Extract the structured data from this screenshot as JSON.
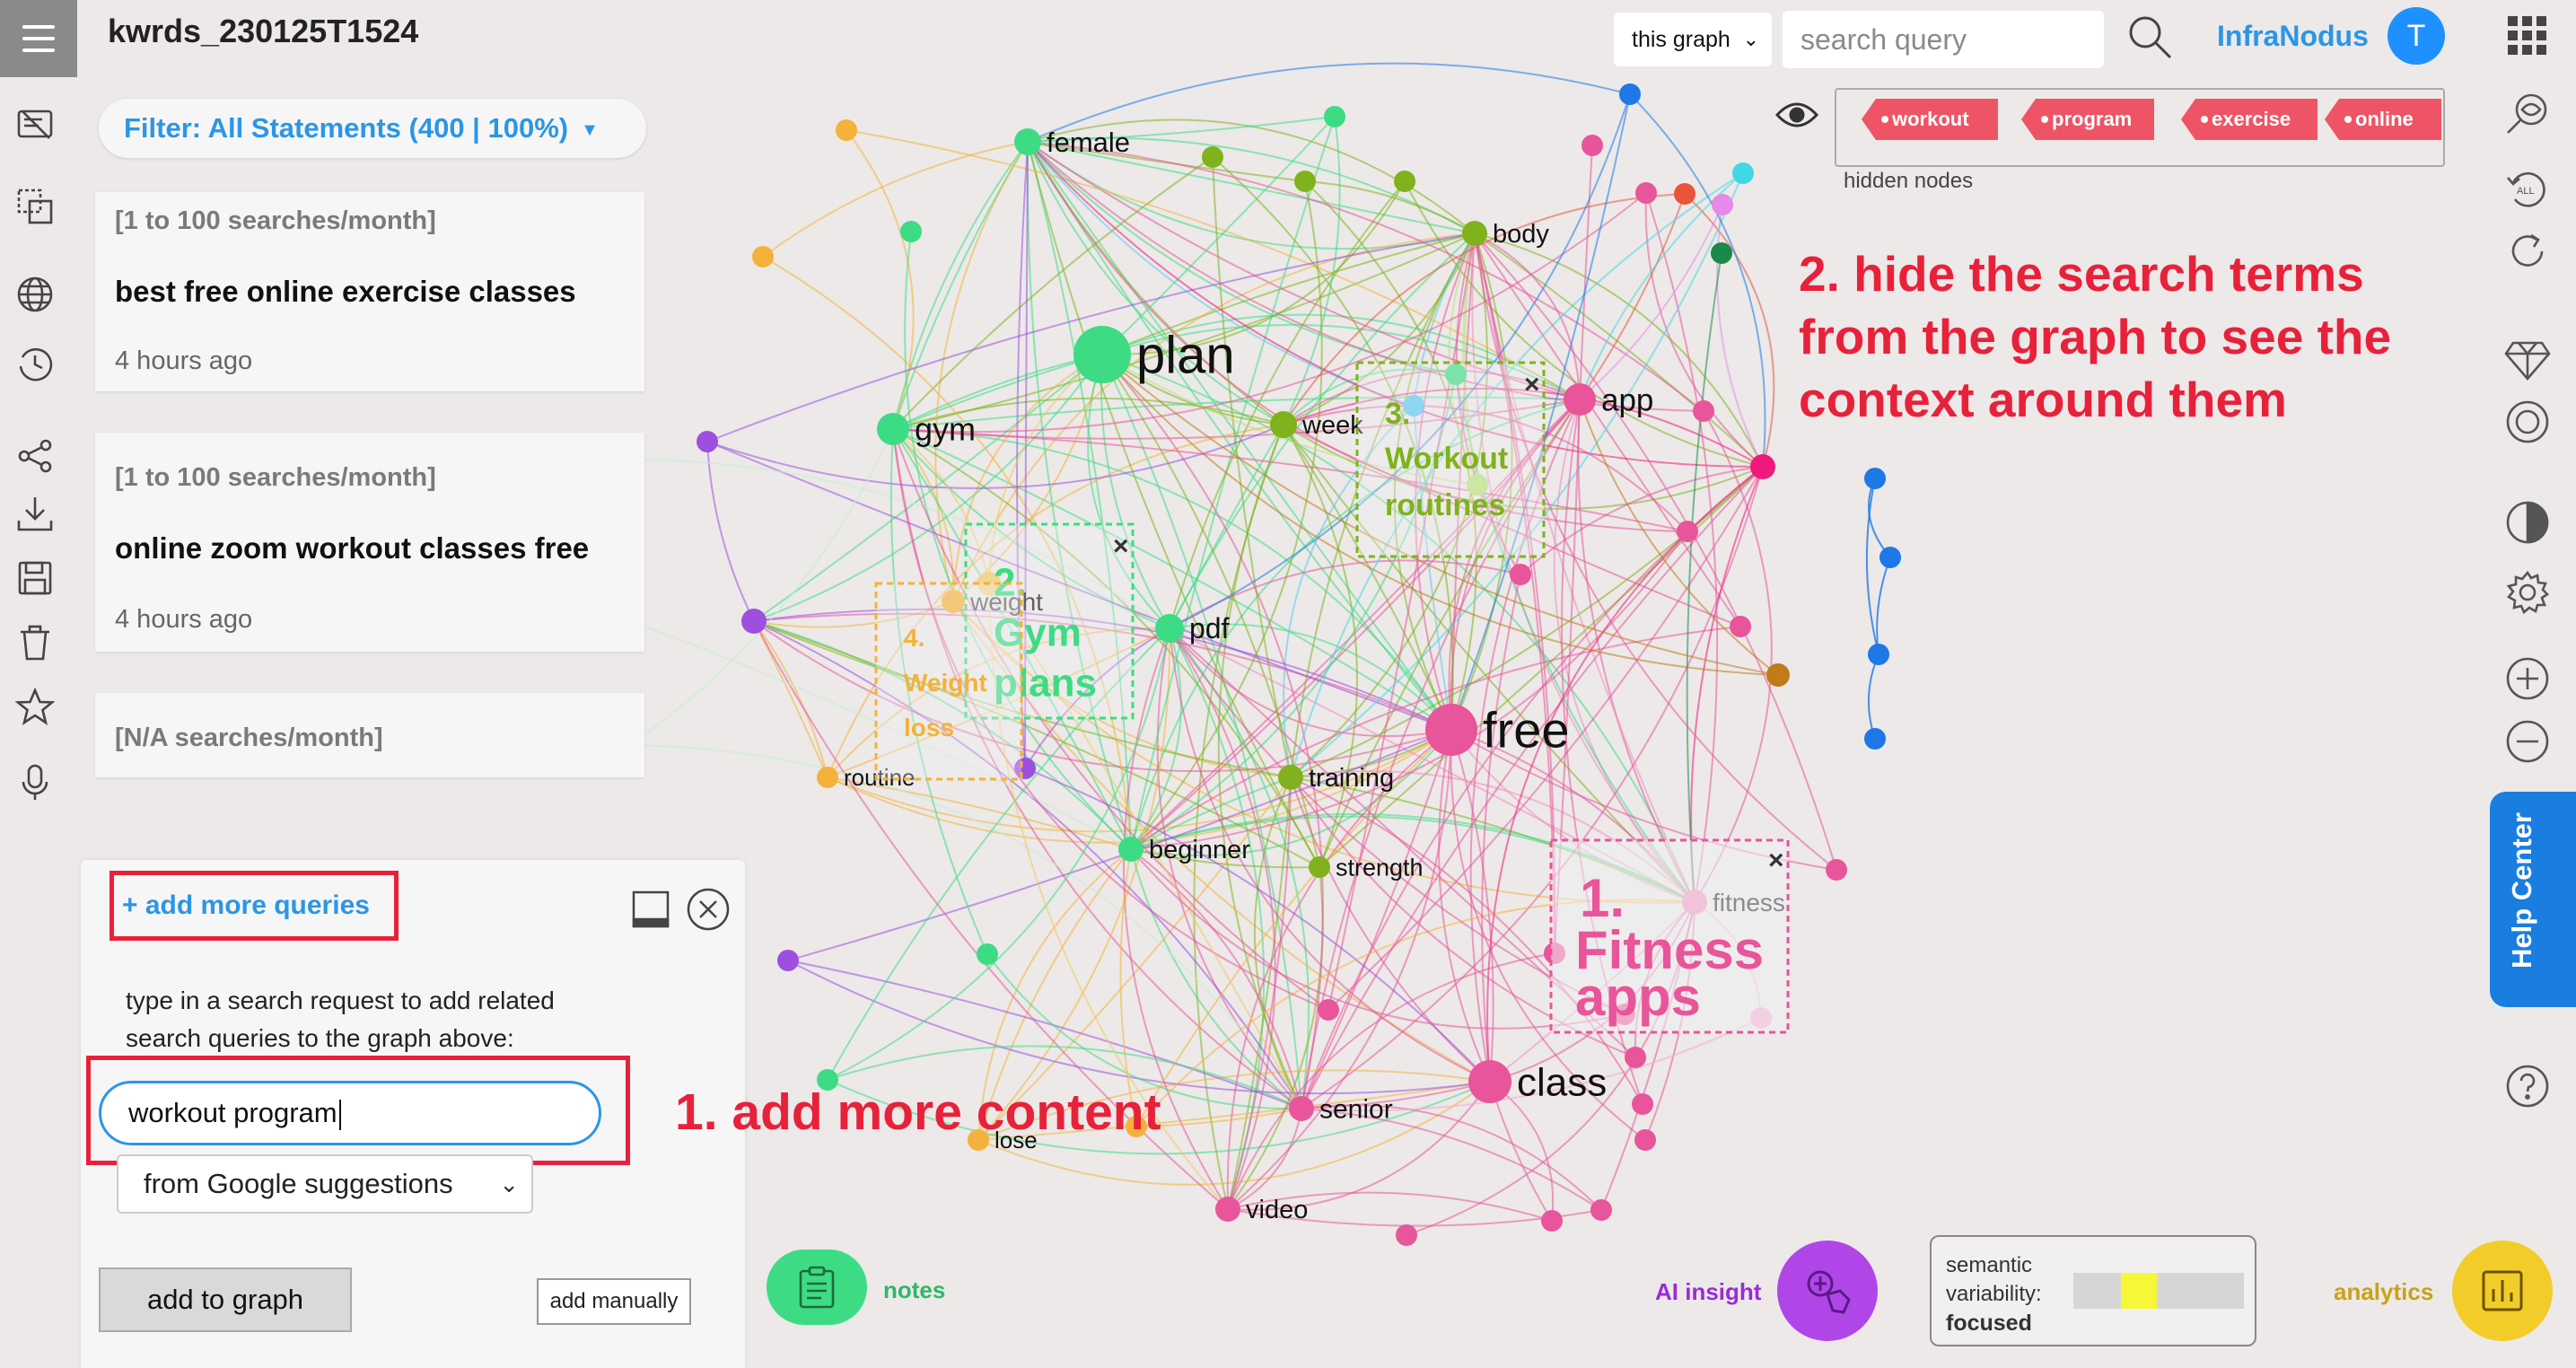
{
  "app": {
    "graph_title": "kwrds_230125T1524",
    "brand": "InfraNodus",
    "avatar_initial": "T"
  },
  "toolbar": {
    "scope_select": "this graph",
    "search_placeholder": "search query"
  },
  "filter": {
    "label": "Filter: All Statements (400 | 100%)"
  },
  "statements": [
    {
      "meta": "[1 to 100 searches/month]",
      "text": "best free online exercise classes",
      "time": "4 hours ago"
    },
    {
      "meta": "[1 to 100 searches/month]",
      "text": "online zoom workout classes free",
      "time": "4 hours ago"
    },
    {
      "meta": "[N/A searches/month]",
      "text": "",
      "time": ""
    }
  ],
  "query_panel": {
    "add_more_label": "+ add more queries",
    "description": "type in a search request to add related search queries to the graph above:",
    "input_value": "workout program",
    "source_selected": "from Google suggestions",
    "add_button": "add to graph",
    "manual_button": "add manually"
  },
  "hidden_nodes": {
    "tags": [
      "workout",
      "program",
      "exercise",
      "online"
    ],
    "label": "hidden nodes"
  },
  "graph": {
    "nodes": [
      {
        "label": "female"
      },
      {
        "label": "body"
      },
      {
        "label": "plan"
      },
      {
        "label": "gym"
      },
      {
        "label": "week"
      },
      {
        "label": "app"
      },
      {
        "label": "weight"
      },
      {
        "label": "pdf"
      },
      {
        "label": "free"
      },
      {
        "label": "routine"
      },
      {
        "label": "training"
      },
      {
        "label": "beginner"
      },
      {
        "label": "strength"
      },
      {
        "label": "fitness"
      },
      {
        "label": "class"
      },
      {
        "label": "senior"
      },
      {
        "label": "lose"
      },
      {
        "label": "video"
      }
    ],
    "clusters": [
      {
        "line1": "1.",
        "line2": "Fitness",
        "line3": "apps",
        "color": "#e8559a"
      },
      {
        "line1": "2.",
        "line2": "Gym",
        "line3": "plans",
        "color": "#3ddc84"
      },
      {
        "line1": "3.",
        "line2": "Workout",
        "line3": "routines",
        "color": "#7fb21c"
      },
      {
        "line1": "4.",
        "line2": "Weight",
        "line3": "loss",
        "color": "#f4b23a"
      }
    ]
  },
  "annotations": {
    "add_content": "1. add more content",
    "hide_terms": [
      "2. hide the search terms",
      "from the graph to see the",
      "context around them"
    ]
  },
  "right_panel": {
    "help_center": "Help Center"
  },
  "bottom": {
    "notes_label": "notes",
    "ai_label": "AI insight",
    "variability_label": "semantic variability:",
    "variability_value": "focused",
    "variability_level": 0.28,
    "analytics_label": "analytics"
  },
  "icons": {
    "rail": [
      "menu-icon",
      "statements-icon",
      "select-icon",
      "globe-icon",
      "history-icon",
      "share-icon",
      "download-icon",
      "save-icon",
      "trash-icon",
      "star-icon",
      "microphone-icon"
    ],
    "right": [
      "apps-grid-icon",
      "lens-icon",
      "reset-all-icon",
      "refresh-icon",
      "diamond-icon",
      "circle-icon",
      "contrast-icon",
      "settings-icon",
      "zoom-in-icon",
      "zoom-out-icon",
      "help-icon"
    ]
  },
  "colors": {
    "accent": "#2b96e6",
    "annotation": "#e8213b",
    "pink": "#e8559a",
    "green": "#3ddc84",
    "olive": "#7fb21c",
    "orange": "#f4b23a",
    "purple": "#9d4fe0",
    "blue": "#1e78e6"
  }
}
